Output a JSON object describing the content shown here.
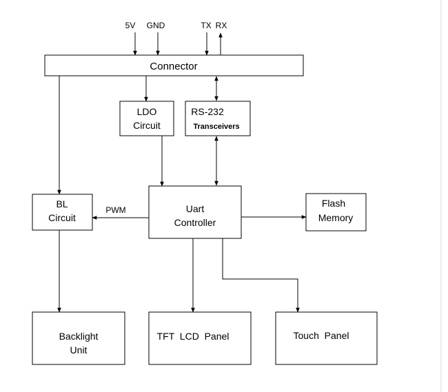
{
  "signals": {
    "v5": "5V",
    "gnd": "GND",
    "tx": "TX",
    "rx": "RX",
    "pwm": "PWM"
  },
  "blocks": {
    "connector": "Connector",
    "ldo": {
      "line1": "LDO",
      "line2": "Circuit"
    },
    "rs232": {
      "line1": "RS-232",
      "line2": "Transceivers"
    },
    "bl": {
      "line1": "BL",
      "line2": "Circuit"
    },
    "uart": {
      "line1": "Uart",
      "line2": "Controller"
    },
    "flash": {
      "line1": "Flash",
      "line2": "Memory"
    },
    "backlight": {
      "line1": "Backlight",
      "line2": "Unit"
    },
    "tft": "TFT  LCD  Panel",
    "touch": "Touch  Panel"
  },
  "colors": {
    "line": "#000000",
    "fill": "#ffffff"
  }
}
